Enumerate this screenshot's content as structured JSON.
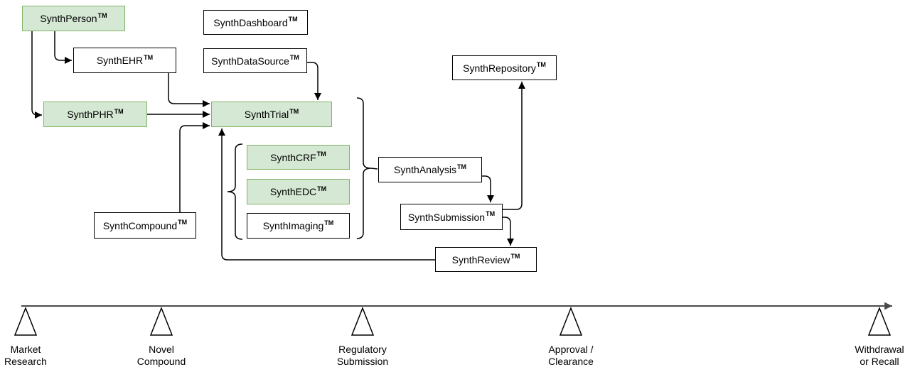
{
  "colors": {
    "green_fill": "#d5e8d4",
    "green_border": "#82b366",
    "node_fill": "#ffffff",
    "node_border": "#000000",
    "line": "#000000",
    "axis": "#4a4a4a",
    "text": "#000000",
    "background": "#ffffff"
  },
  "diagram": {
    "tm": "TM",
    "nodes": [
      {
        "label": "SynthPerson",
        "style": "green"
      },
      {
        "label": "SynthDashboard",
        "style": "white"
      },
      {
        "label": "SynthEHR",
        "style": "white"
      },
      {
        "label": "SynthDataSource",
        "style": "white"
      },
      {
        "label": "SynthRepository",
        "style": "white"
      },
      {
        "label": "SynthPHR",
        "style": "green"
      },
      {
        "label": "SynthTrial",
        "style": "green"
      },
      {
        "label": "SynthCRF",
        "style": "green"
      },
      {
        "label": "SynthAnalysis",
        "style": "white"
      },
      {
        "label": "SynthEDC",
        "style": "green"
      },
      {
        "label": "SynthSubmission",
        "style": "white"
      },
      {
        "label": "SynthImaging",
        "style": "white"
      },
      {
        "label": "SynthCompound",
        "style": "white"
      },
      {
        "label": "SynthReview",
        "style": "white"
      }
    ],
    "edges": [
      "SynthPerson → SynthEHR",
      "SynthPerson → SynthPHR",
      "SynthEHR → SynthTrial",
      "SynthPHR → SynthTrial",
      "SynthCompound → SynthTrial",
      "SynthDataSource → SynthTrial",
      "SynthReview → SynthTrial",
      "{SynthTrial, SynthCRF, SynthEDC, SynthImaging} → SynthAnalysis",
      "SynthAnalysis → SynthSubmission",
      "SynthSubmission → SynthRepository",
      "SynthSubmission → SynthReview",
      "{SynthCRF, SynthEDC, SynthImaging} grouped"
    ]
  },
  "timeline": {
    "milestones": [
      {
        "line1": "Market",
        "line2": "Research"
      },
      {
        "line1": "Novel",
        "line2": "Compound"
      },
      {
        "line1": "Regulatory",
        "line2": "Submission"
      },
      {
        "line1": "Approval /",
        "line2": "Clearance"
      },
      {
        "line1": "Withdrawal",
        "line2": "or Recall"
      }
    ]
  }
}
